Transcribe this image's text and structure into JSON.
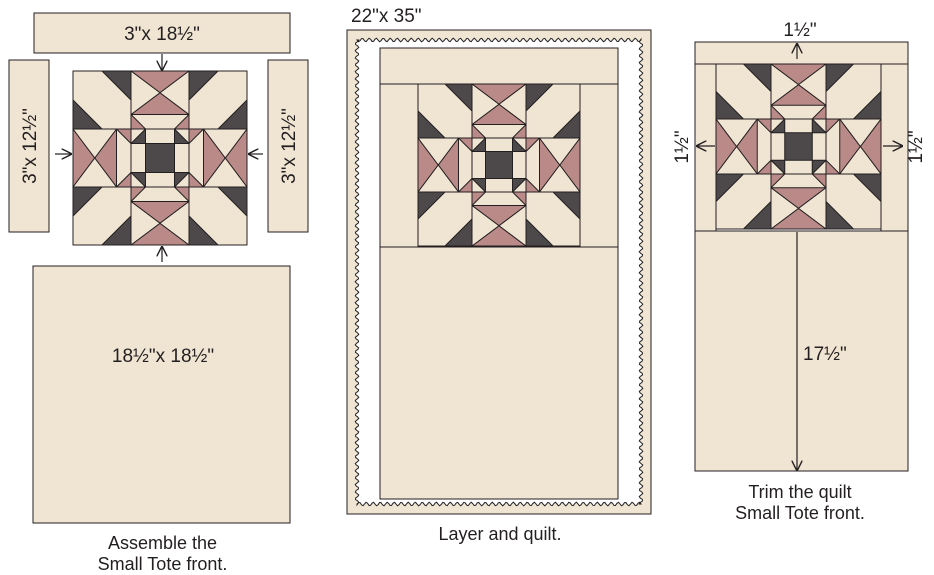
{
  "colors": {
    "fabric_light": "#f0e5d3",
    "fabric_rose": "#b98a88",
    "fabric_dark": "#4d484a",
    "outline": "#231f20"
  },
  "panel1": {
    "top_strip": "3\"x 18½\"",
    "left_strip": "3\"x 12½\"",
    "right_strip": "3\"x 12½\"",
    "bottom_panel": "18½\"x 18½\"",
    "caption_line1": "Assemble the",
    "caption_line2": "Small Tote front."
  },
  "panel2": {
    "size": "22\"x 35\"",
    "caption": "Layer and quilt."
  },
  "panel3": {
    "top_dim": "1½\"",
    "left_dim": "1½\"",
    "right_dim": "1½\"",
    "height_dim": "17½\"",
    "caption_line1": "Trim the quilt",
    "caption_line2": "Small Tote front."
  }
}
